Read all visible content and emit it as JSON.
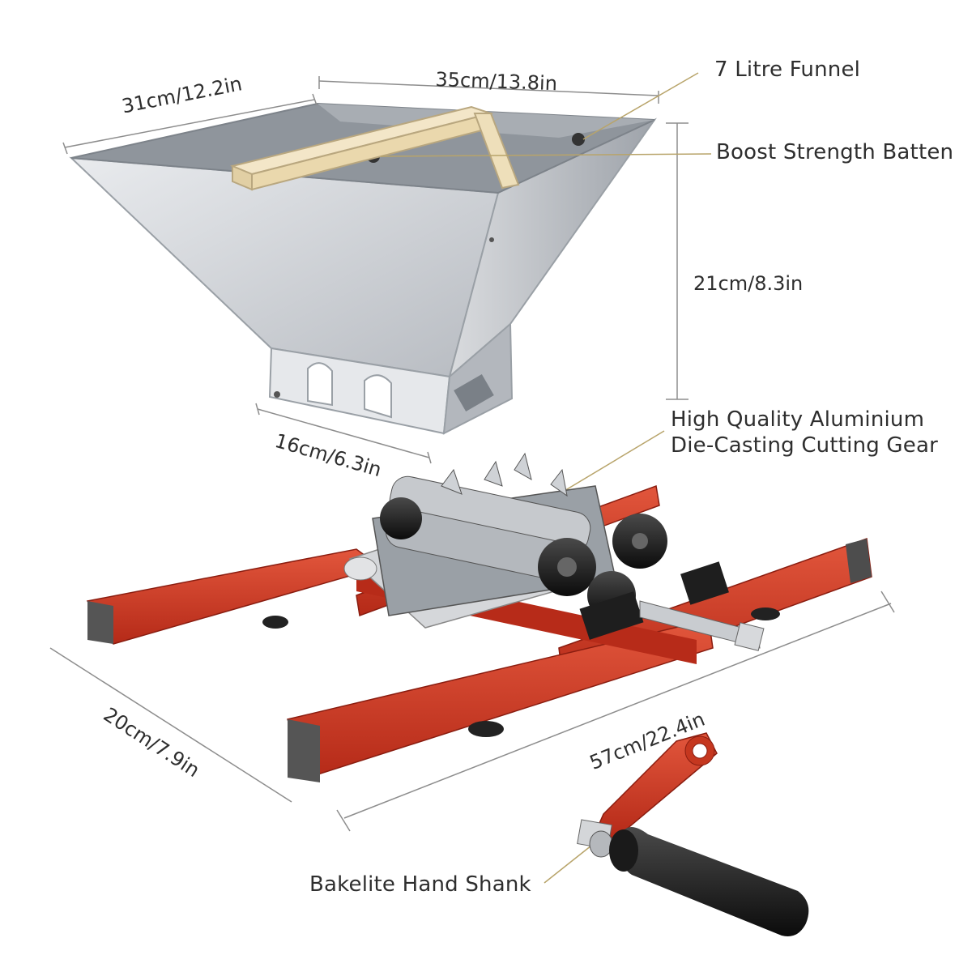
{
  "callouts": {
    "funnel": "7 Litre Funnel",
    "batten": "Boost Strength Batten",
    "gear_line1": "High Quality Aluminium",
    "gear_line2": "Die-Casting Cutting Gear",
    "handle": "Bakelite Hand Shank"
  },
  "dimensions": {
    "hopper_depth": "31cm/12.2in",
    "hopper_width": "35cm/13.8in",
    "hopper_height": "21cm/8.3in",
    "hopper_outlet": "16cm/6.3in",
    "frame_width": "20cm/7.9in",
    "frame_length": "57cm/22.4in"
  },
  "colors": {
    "frame_red": "#c8321f",
    "steel": "#c9ccd0",
    "batten_wood": "#ecdcb7",
    "handle_black": "#111111"
  }
}
